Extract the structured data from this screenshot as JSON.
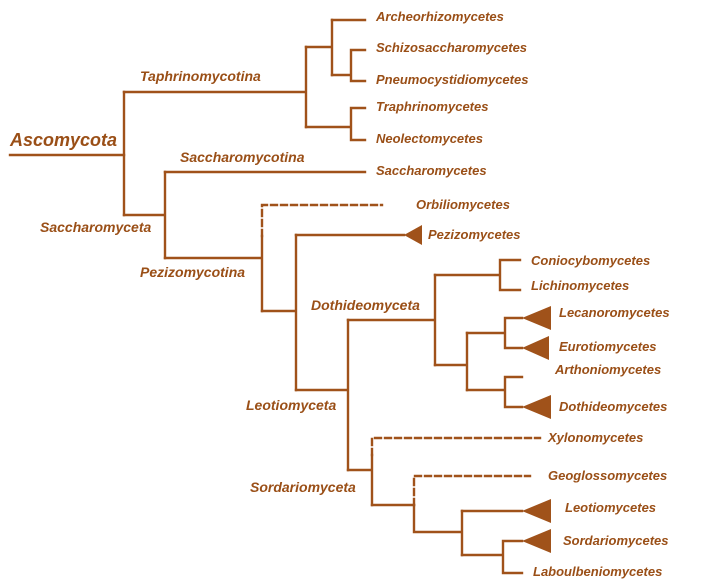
{
  "tree": {
    "root": "Ascomycota",
    "clades": {
      "taphrinomycotina": "Taphrinomycotina",
      "saccharomyceta": "Saccharomyceta",
      "saccharomycotina": "Saccharomycotina",
      "pezizomycotina": "Pezizomycotina",
      "leotiomyceta": "Leotiomyceta",
      "dothideomyceta": "Dothideomyceta",
      "sordariomyceta": "Sordariomyceta"
    },
    "leaves": [
      "Archeorhizomycetes",
      "Schizosaccharomycetes",
      "Pneumocystidiomycetes",
      "Traphrinomycetes",
      "Neolectomycetes",
      "Saccharomycetes",
      "Orbiliomycetes",
      "Pezizomycetes",
      "Coniocybomycetes",
      "Lichinomycetes",
      "Lecanoromycetes",
      "Eurotiomycetes",
      "Arthoniomycetes",
      "Dothideomycetes",
      "Xylonomycetes",
      "Geoglossomycetes",
      "Leotiomycetes",
      "Sordariomycetes",
      "Laboulbeniomycetes"
    ],
    "colors": {
      "branch": "#a0521a",
      "text": "#9a4f17"
    }
  }
}
